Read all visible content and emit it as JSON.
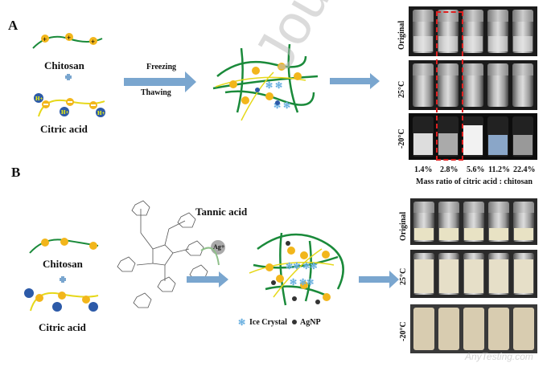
{
  "panel_a": {
    "label": "A",
    "chitosan": "Chitosan",
    "citric_acid": "Citric acid",
    "process_top": "Freezing",
    "process_bottom": "Thawing",
    "rows": [
      "Original",
      "25°C",
      "-20°C"
    ],
    "ratios": [
      "1.4%",
      "2.8%",
      "5.6%",
      "11.2%",
      "22.4%"
    ],
    "caption": "Mass ratio of  citric acid : chitosan",
    "highlight_color": "#e02020"
  },
  "panel_b": {
    "label": "B",
    "chitosan": "Chitosan",
    "citric_acid": "Citric acid",
    "tannic_acid": "Tannic acid",
    "silver_ion": "Ag+",
    "legend_ice": "Ice Crystal",
    "legend_agnp": "AgNP",
    "rows": [
      "Original",
      "25°C",
      "-20°C"
    ]
  },
  "ions": {
    "proton": "H+"
  },
  "watermarks": {
    "journal": "Journal",
    "site": "AnyTesting.com"
  },
  "colors": {
    "chitosan": "#1a8a3a",
    "citric": "#f0e020",
    "arrow": "#7aa6cf",
    "charge": "#f2b61b",
    "proton": "#2c5aa8"
  }
}
